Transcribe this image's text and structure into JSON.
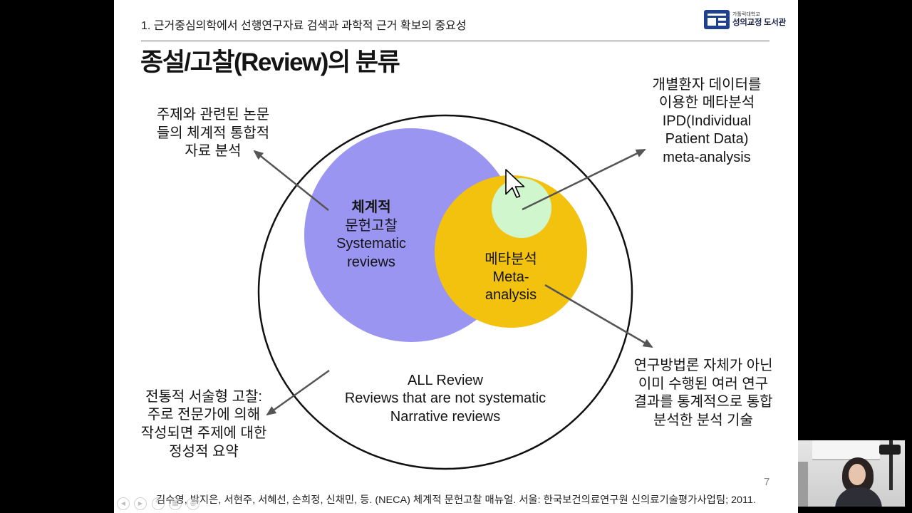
{
  "slide": {
    "header": "1. 근거중심의학에서 선행연구자료 검색과 과학적 근거 확보의 중요성",
    "title": "종설/고찰(Review)의 분류",
    "page_number": "7",
    "citation": "김수영, 박지은, 서현주, 서혜선, 손희정, 신채민, 등. (NECA) 체계적 문헌고찰 매뉴얼. 서울: 한국보건의료연구원 신의료기술평가사업팀; 2011.",
    "logo": {
      "icon": "library-logo-icon",
      "university": "가톨릭대학교",
      "library": "성의교정 도서관",
      "color": "#1F3F8F"
    }
  },
  "diagram": {
    "colors": {
      "outline": "#111111",
      "systematic": "#9B95F2",
      "meta_analysis": "#F2C20F",
      "ipd": "#CFF6CC",
      "arrow": "#555555"
    },
    "all_reviews": [
      "ALL Review",
      "Reviews that are not systematic",
      "Narrative reviews"
    ],
    "systematic_reviews": [
      "체계적",
      "문헌고찰",
      "Systematic",
      "reviews"
    ],
    "meta_analysis": [
      "메타분석",
      "Meta-",
      "analysis"
    ]
  },
  "annotations": {
    "systematic_review": [
      "주제와 관련된 논문",
      "들의 체계적 통합적",
      "자료 분석"
    ],
    "ipd_meta_analysis": [
      "개별환자 데이터를",
      "이용한 메타분석",
      "IPD(Individual",
      "Patient Data)",
      "meta-analysis"
    ],
    "meta_analysis": [
      "연구방법론 자체가 아닌",
      "이미 수행된 여러 연구",
      "결과를 통계적으로 통합",
      "분석한 분석 기술"
    ],
    "narrative_review": [
      "전통적 서술형 고찰:",
      "주로 전문가에 의해",
      "작성되면 주제에 대한",
      "정성적 요약"
    ]
  },
  "presenter_controls": [
    "previous-slide-icon",
    "next-slide-icon",
    "pen-icon",
    "slide-overview-icon",
    "zoom-icon"
  ],
  "cursor_icon": "mouse-cursor-icon"
}
